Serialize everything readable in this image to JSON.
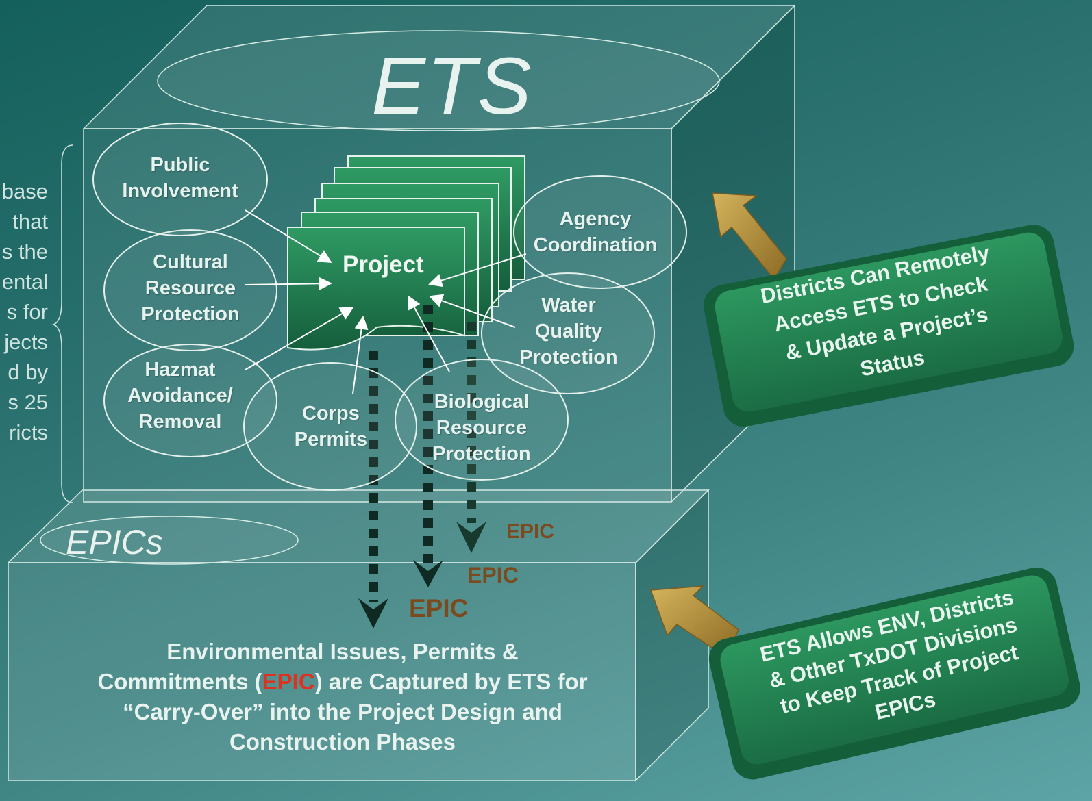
{
  "ets_title": "ETS",
  "epics_title": "EPICs",
  "side_text": [
    "base",
    "that",
    "s the",
    "ental",
    "s for",
    "jects",
    "d by",
    "s 25",
    "ricts"
  ],
  "project_label": "Project",
  "bubbles": {
    "public_involvement": [
      "Public",
      "Involvement"
    ],
    "cultural": [
      "Cultural",
      "Resource",
      "Protection"
    ],
    "hazmat": [
      "Hazmat",
      "Avoidance/",
      "Removal"
    ],
    "corps": [
      "Corps",
      "Permits"
    ],
    "biological": [
      "Biological",
      "Resource",
      "Protection"
    ],
    "water": [
      "Water",
      "Quality",
      "Protection"
    ],
    "agency": [
      "Agency",
      "Coordination"
    ]
  },
  "epic_label": "EPIC",
  "bottom_text": {
    "line1": "Environmental Issues, Permits &",
    "line2_pre": "Commitments (",
    "line2_red": "EPIC",
    "line2_post": ") are Captured by ETS for",
    "line3": "“Carry-Over” into the Project Design and",
    "line4": "Construction Phases"
  },
  "callout_top": [
    "Districts Can Remotely",
    "Access ETS to Check",
    "& Update a Project’s",
    "Status"
  ],
  "callout_bottom": [
    "ETS Allows ENV, Districts",
    "& Other TxDOT Divisions",
    "to Keep Track of Project",
    "EPICs"
  ],
  "colors": {
    "epic_label": "#7b4a1e",
    "epic_red": "#e0301e",
    "callout_green": "#1f7a4c",
    "arrow_gold": "#b08d3c"
  }
}
